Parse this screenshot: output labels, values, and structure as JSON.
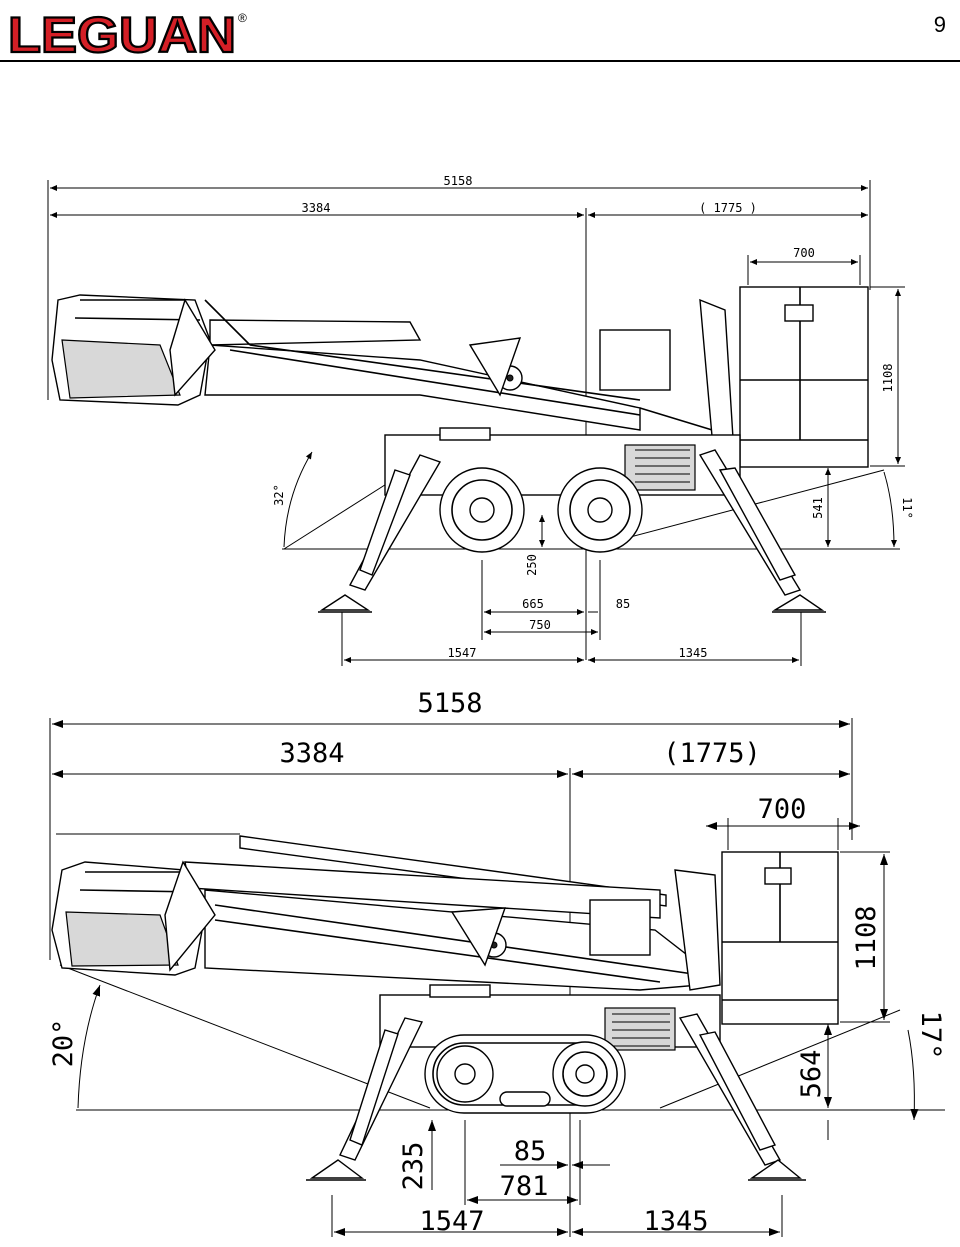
{
  "header": {
    "logo_text": "LEGUAN",
    "logo_mark": "®",
    "page_number": "9"
  },
  "colors": {
    "logo_red": "#d41f26",
    "line": "#000000"
  },
  "top_drawing": {
    "dims": {
      "overall": "5158",
      "rear": "3384",
      "front": "( 1775 )",
      "basket_width": "700",
      "basket_height": "1108",
      "angle_left": "32°",
      "angle_right": "11°",
      "basket_floor": "541",
      "clearance": "250",
      "axle_a": "665",
      "axle_b": "85",
      "wheelbase": "750",
      "outrigger_rear": "1547",
      "outrigger_front": "1345"
    }
  },
  "bottom_drawing": {
    "dims": {
      "overall": "5158",
      "rear": "3384",
      "front": "(1775)",
      "basket_width": "700",
      "basket_height": "1108",
      "angle_left": "20°",
      "angle_right": "17°",
      "basket_floor": "564",
      "clearance": "235",
      "track_a": "85",
      "track_b": "781",
      "outrigger_rear": "1547",
      "outrigger_front": "1345"
    }
  }
}
